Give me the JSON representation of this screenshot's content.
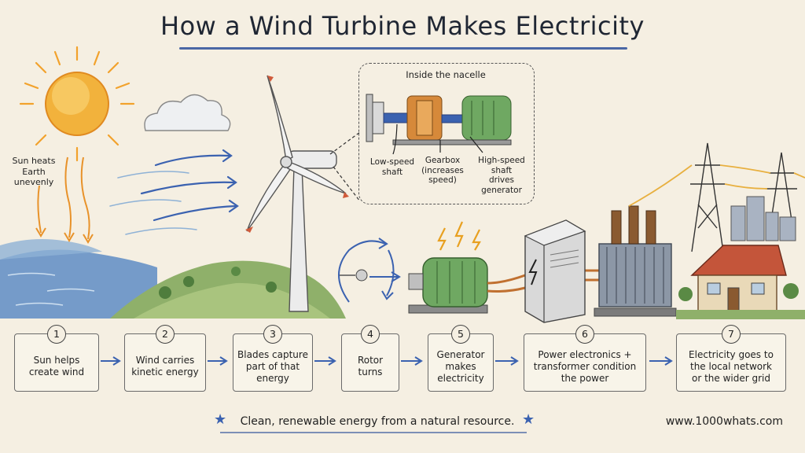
{
  "title": "How a Wind Turbine Makes Electricity",
  "sun_label": "Sun heats\nEarth\nunevenly",
  "nacelle": {
    "title": "Inside the nacelle",
    "labels": {
      "low_speed": "Low-speed\nshaft",
      "gearbox": "Gearbox\n(increases\nspeed)",
      "high_speed": "High-speed\nshaft\ndrives\ngenerator"
    }
  },
  "steps": [
    {
      "num": "1",
      "text": "Sun helps\ncreate wind"
    },
    {
      "num": "2",
      "text": "Wind carries\nkinetic energy"
    },
    {
      "num": "3",
      "text": "Blades capture\npart of that\nenergy"
    },
    {
      "num": "4",
      "text": "Rotor\nturns"
    },
    {
      "num": "5",
      "text": "Generator\nmakes\nelectricity"
    },
    {
      "num": "6",
      "text": "Power electronics +\ntransformer condition\nthe power"
    },
    {
      "num": "7",
      "text": "Electricity goes to\nthe local network\nor the wider grid"
    }
  ],
  "footer": "Clean, renewable energy from a natural resource.",
  "website": "www.1000whats.com",
  "colors": {
    "sun": "#f2a22c",
    "wind": "#3b62b0",
    "generator": "#5f9a57",
    "gearbox": "#d6893a",
    "sea": "#4a7fc0",
    "grass": "#7fa35a",
    "house_roof": "#c4553a"
  }
}
